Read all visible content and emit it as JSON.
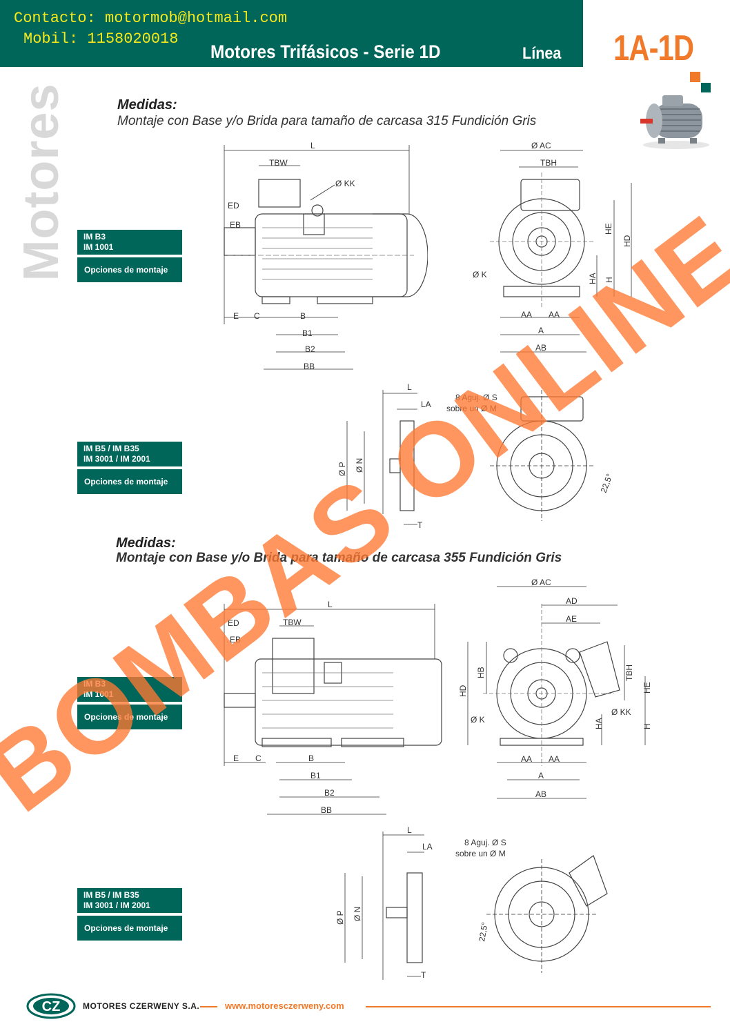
{
  "header": {
    "contact_line": "Contacto: motormob@hotmail.com",
    "mobil_line": "Mobil: 1158020018",
    "title": "Motores Trifásicos - Serie 1D",
    "linea": "Línea",
    "code": "1A-1D"
  },
  "sidebar": {
    "vertical_word": "Motores"
  },
  "section1": {
    "title": "Medidas:",
    "subtitle": "Montaje con Base y/o Brida para tamaño de carcasa 315 Fundición Gris",
    "badge_b3": {
      "line1": "IM B3",
      "line2": "IM 1001"
    },
    "badge_b5": {
      "line1": "IM B5 / IM B35",
      "line2": "IM 3001 / IM 2001"
    },
    "options_label": "Opciones de montaje",
    "side_labels": {
      "l": "L",
      "tbw": "TBW",
      "kk": "Ø KK",
      "ed": "ED",
      "eb": "EB",
      "e": "E",
      "c": "C",
      "b": "B",
      "b1": "B1",
      "b2": "B2",
      "bb": "BB"
    },
    "front_labels": {
      "ac": "Ø AC",
      "tbh": "TBH",
      "he": "HE",
      "hd": "HD",
      "k": "Ø K",
      "ha": "HA",
      "h": "H",
      "aa": "AA",
      "a": "A",
      "ab": "AB"
    },
    "flange_labels": {
      "l": "L",
      "la": "LA",
      "p": "Ø P",
      "n": "Ø N",
      "t": "T",
      "holes_line1": "8 Aguj. Ø S",
      "holes_line2": "sobre un Ø M",
      "angle": "22,5°"
    }
  },
  "section2": {
    "title": "Medidas:",
    "subtitle": "Montaje con Base y/o Brida para tamaño de carcasa 355 Fundición Gris",
    "badge_b3": {
      "line1": "IM B3",
      "line2": "IM 1001"
    },
    "badge_b5": {
      "line1": "IM B5 / IM B35",
      "line2": "IM 3001 / IM 2001"
    },
    "options_label": "Opciones de montaje",
    "side_labels": {
      "l": "L",
      "tbw": "TBW",
      "ed": "ED",
      "eb": "EB",
      "e": "E",
      "c": "C",
      "b": "B",
      "b1": "B1",
      "b2": "B2",
      "bb": "BB"
    },
    "front_labels": {
      "ac": "Ø AC",
      "ad": "AD",
      "ae": "AE",
      "hb": "HB",
      "hd": "HD",
      "tbh": "TBH",
      "he": "HE",
      "k": "Ø K",
      "kk": "Ø KK",
      "ha": "HA",
      "h": "H",
      "aa": "AA",
      "a": "A",
      "ab": "AB"
    },
    "flange_labels": {
      "l": "L",
      "la": "LA",
      "p": "Ø P",
      "n": "Ø N",
      "t": "T",
      "holes_line1": "8 Aguj. Ø S",
      "holes_line2": "sobre un Ø M",
      "angle": "22,5°"
    }
  },
  "footer": {
    "company": "MOTORES CZERWENY S.A.",
    "url": "www.motoresczerweny.com",
    "logo_text": "CZ"
  },
  "watermark": "BOMBAS ONLINE",
  "colors": {
    "brand_green": "#00665a",
    "accent_orange": "#f07a2a",
    "contact_yellow": "#f5e81a"
  }
}
